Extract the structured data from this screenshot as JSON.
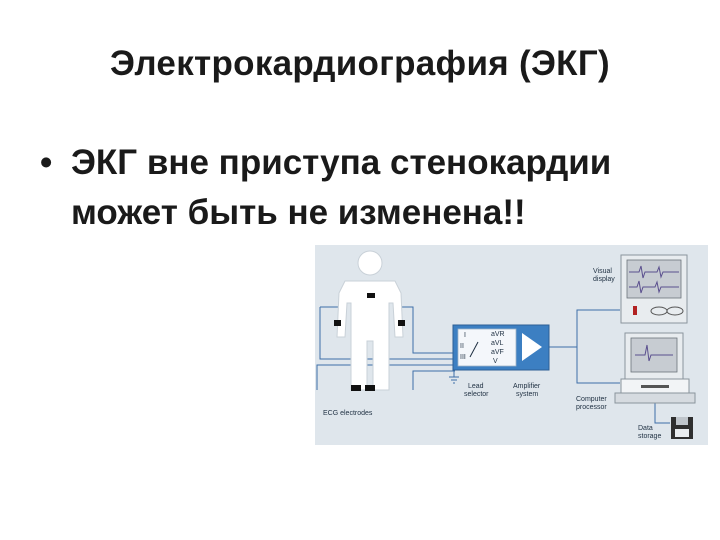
{
  "slide": {
    "title": "Электрокардиография (ЭКГ)",
    "bullet": "ЭКГ вне приступа стенокардии может быть не изменена!!"
  },
  "figure": {
    "labels": {
      "visual_display_1": "Visual",
      "visual_display_2": "display",
      "lead_selector_1": "Lead",
      "lead_selector_2": "selector",
      "amplifier_1": "Amplifier",
      "amplifier_2": "system",
      "computer_1": "Computer",
      "computer_2": "processor",
      "data_storage_1": "Data",
      "data_storage_2": "storage",
      "ecg_electrodes": "ECG electrodes",
      "lead_I": "I",
      "lead_II": "II",
      "lead_III": "III",
      "lead_aVR": "aVR",
      "lead_aVL": "aVL",
      "lead_aVF": "aVF",
      "lead_V": "V"
    },
    "colors": {
      "background": "#dfe6ec",
      "wire": "#3e6fa8",
      "amplifier": "#3c7fc2",
      "electrode": "#111111",
      "body": "#ffffff"
    }
  }
}
